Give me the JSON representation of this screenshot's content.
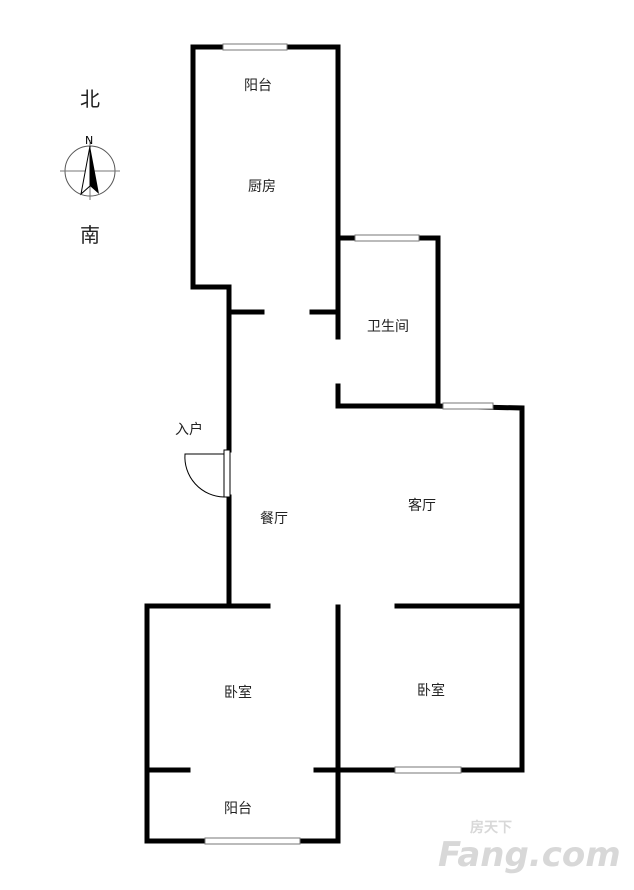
{
  "compass": {
    "north_label": "北",
    "south_label": "南",
    "needle_letter": "N"
  },
  "rooms": {
    "balcony_top": "阳台",
    "kitchen": "厨房",
    "bathroom": "卫生间",
    "entrance": "入户",
    "dining": "餐厅",
    "living": "客厅",
    "bedroom_left": "卧室",
    "bedroom_right": "卧室",
    "balcony_bottom": "阳台"
  },
  "watermark": {
    "top": "房天下",
    "main": "Fang.com"
  },
  "colors": {
    "wall": "#000000",
    "window": "#9a9a9a",
    "watermark": "#d8d8d8"
  }
}
